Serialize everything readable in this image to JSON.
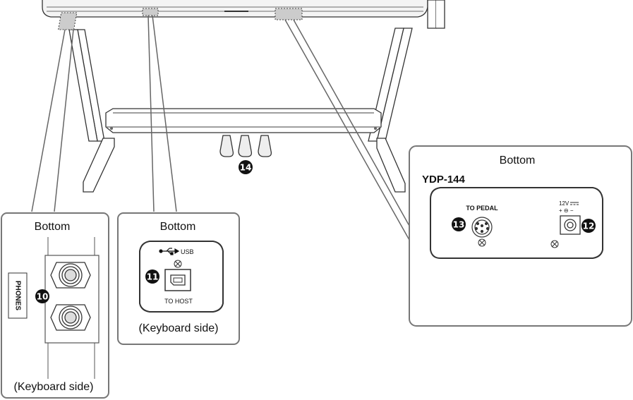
{
  "panels": {
    "phones": {
      "title": "Bottom",
      "label": "PHONES",
      "callout": "10",
      "caption": "(Keyboard side)"
    },
    "usb": {
      "title": "Bottom",
      "port_label": "USB",
      "port_sublabel": "TO HOST",
      "callout": "11",
      "caption": "(Keyboard side)"
    },
    "ydp": {
      "title": "Bottom",
      "model": "YDP-144",
      "pedal_label": "TO PEDAL",
      "power_label": "12V",
      "power_polarity": "+ ⊖ −",
      "callout_pedal": "13",
      "callout_power": "12"
    }
  },
  "pedal_callout": "14",
  "colors": {
    "line": "#555555",
    "panel_border": "#777777",
    "badge": "#111111"
  }
}
